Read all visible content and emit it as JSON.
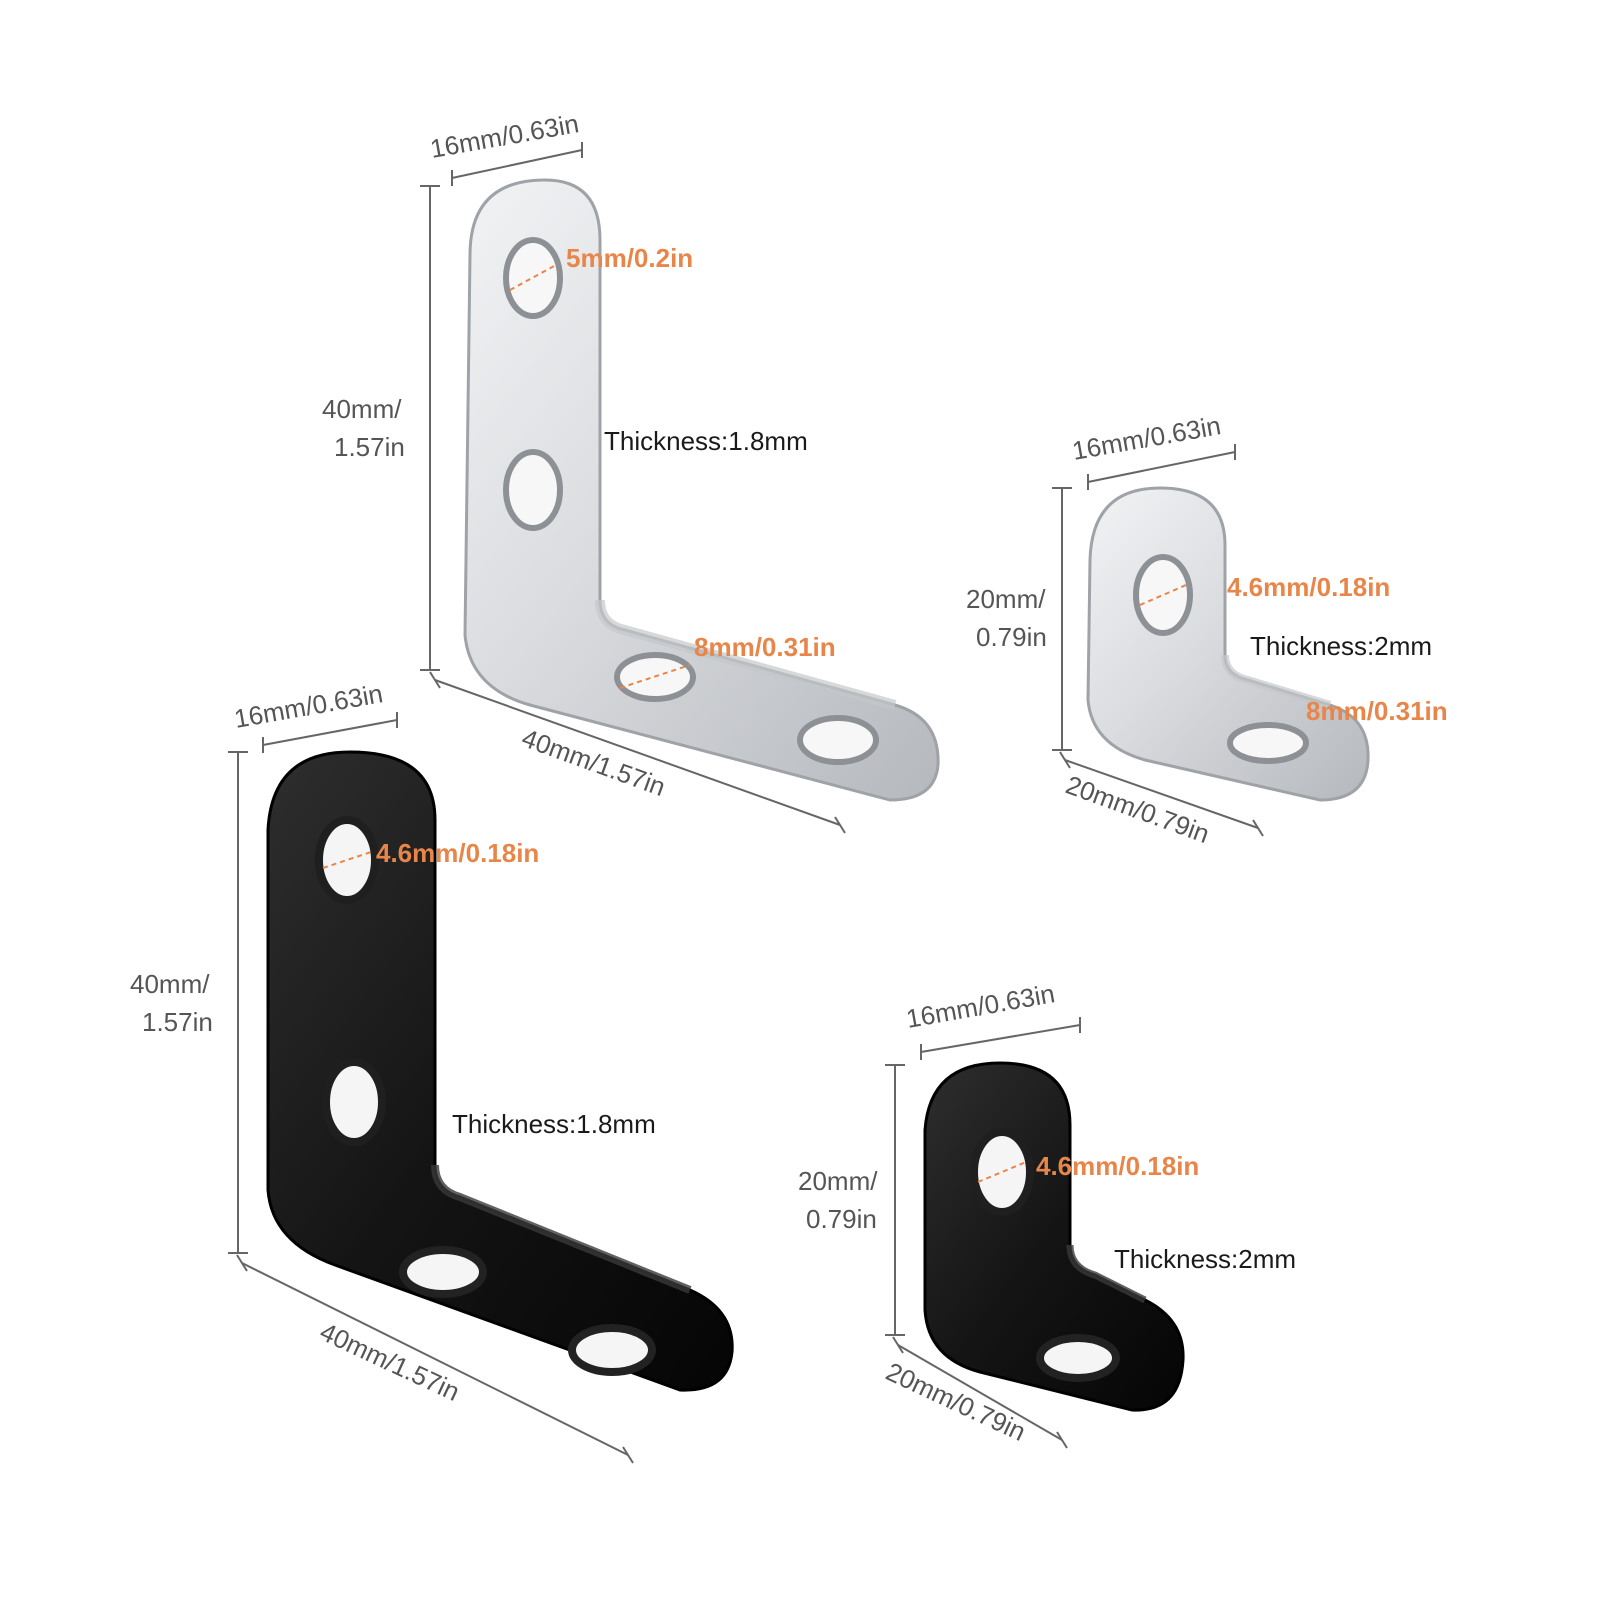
{
  "colors": {
    "accent": "#e8864a",
    "dimension_text": "#555555",
    "silver_light": "#e9eaec",
    "silver_dark": "#a9acb1",
    "black_light": "#2b2b2b",
    "black_dark": "#050505"
  },
  "brackets": [
    {
      "id": "silver-large",
      "finish": "silver",
      "width_label": "16mm/0.63in",
      "height_label": [
        "40mm/",
        "1.57in"
      ],
      "length_label": "40mm/1.57in",
      "thickness_label": "Thickness:1.8mm",
      "hole_labels": [
        "5mm/0.2in",
        "8mm/0.31in"
      ]
    },
    {
      "id": "silver-small",
      "finish": "silver",
      "width_label": "16mm/0.63in",
      "height_label": [
        "20mm/",
        "0.79in"
      ],
      "length_label": "20mm/0.79in",
      "thickness_label": "Thickness:2mm",
      "hole_labels": [
        "4.6mm/0.18in",
        "8mm/0.31in"
      ]
    },
    {
      "id": "black-large",
      "finish": "black",
      "width_label": "16mm/0.63in",
      "height_label": [
        "40mm/",
        "1.57in"
      ],
      "length_label": "40mm/1.57in",
      "thickness_label": "Thickness:1.8mm",
      "hole_labels": [
        "4.6mm/0.18in"
      ]
    },
    {
      "id": "black-small",
      "finish": "black",
      "width_label": "16mm/0.63in",
      "height_label": [
        "20mm/",
        "0.79in"
      ],
      "length_label": "20mm/0.79in",
      "thickness_label": "Thickness:2mm",
      "hole_labels": [
        "4.6mm/0.18in"
      ]
    }
  ]
}
